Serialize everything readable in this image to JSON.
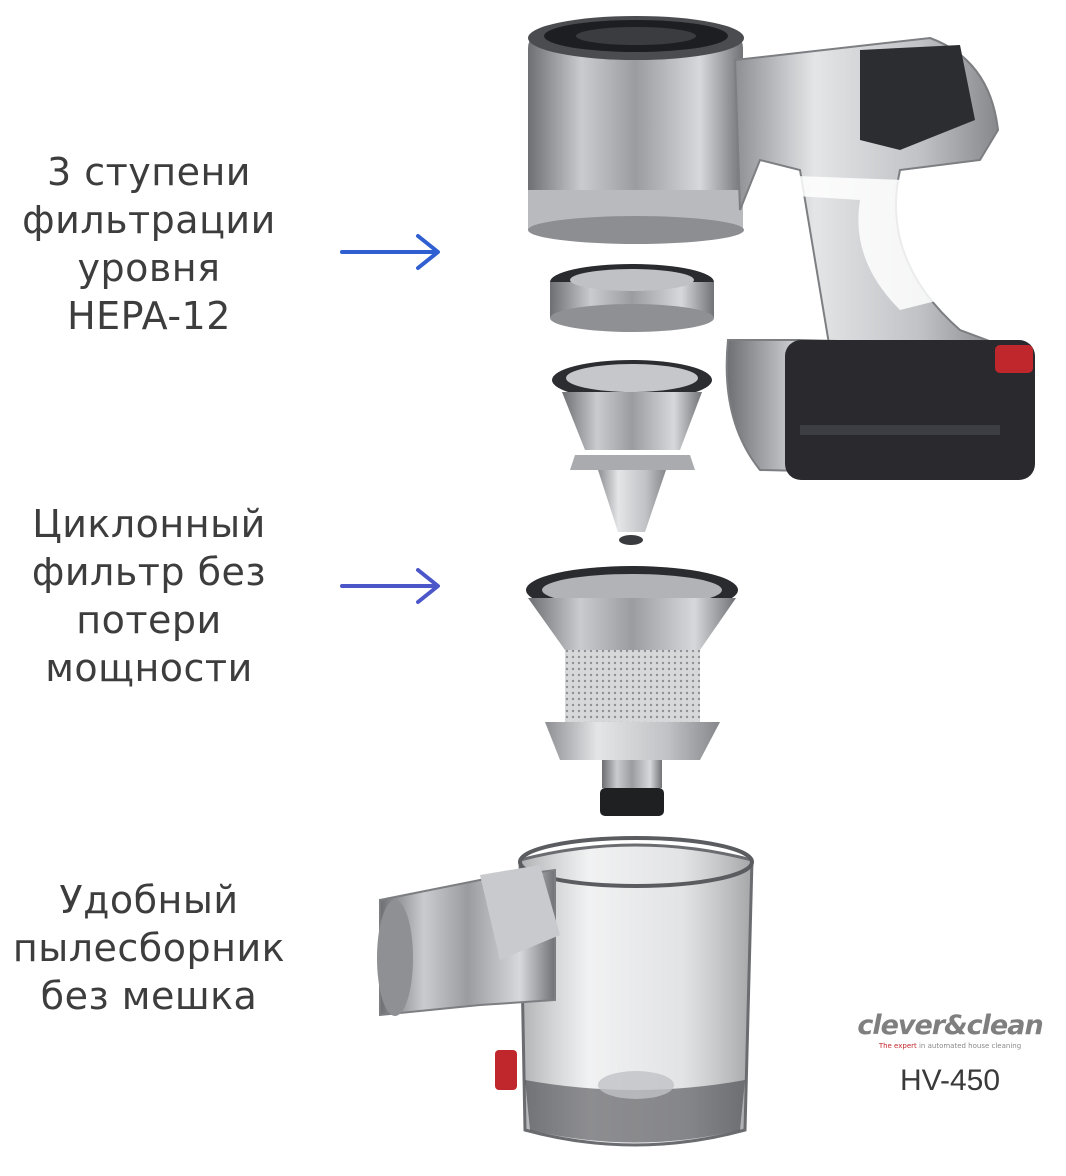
{
  "captions": [
    {
      "lines": [
        "3 ступени",
        "фильтрации",
        "уровня",
        "HEPA-12"
      ]
    },
    {
      "lines": [
        "Циклонный",
        "фильтр без",
        "потери",
        "мощности"
      ]
    },
    {
      "lines": [
        "Удобный",
        "пылесборник",
        "без мешка"
      ]
    }
  ],
  "arrows": {
    "color_1": "#2f5fd0",
    "color_2": "#4b56c8"
  },
  "brand": {
    "logo_text": "clever&clean",
    "tagline_red": "The expert",
    "tagline_rest": " in automated house cleaning",
    "model": "HV-450"
  },
  "colors": {
    "accent_red": "#c0272d",
    "battery_dark": "#2a2a2e"
  }
}
